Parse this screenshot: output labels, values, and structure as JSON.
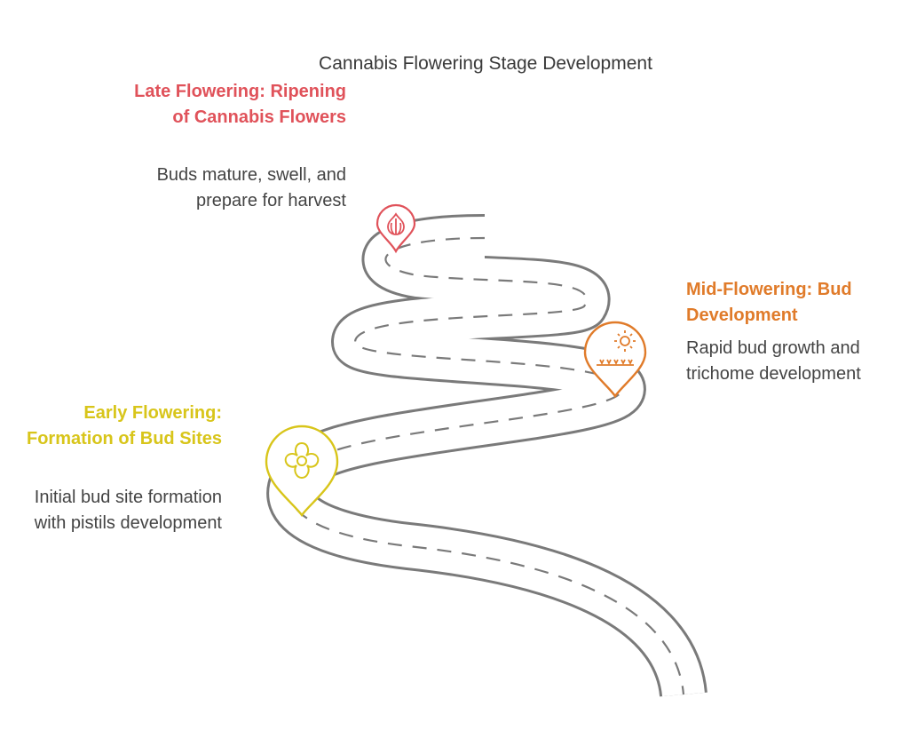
{
  "diagram": {
    "title": "Cannabis Flowering Stage Development",
    "stages": [
      {
        "title": "Late Flowering: Ripening of Cannabis Flowers",
        "description": "Buds mature, swell, and prepare for harvest",
        "color": "#e0525a",
        "icon": "garlic-bud-icon"
      },
      {
        "title": "Mid-Flowering: Bud Development",
        "description": "Rapid bud growth and trichome development",
        "color": "#e07b2a",
        "icon": "sun-over-grass-icon"
      },
      {
        "title": "Early Flowering: Formation of Bud Sites",
        "description": "Initial bud site formation with pistils development",
        "color": "#d8c51a",
        "icon": "flower-icon"
      }
    ],
    "road_color": "#7a7a7a"
  }
}
